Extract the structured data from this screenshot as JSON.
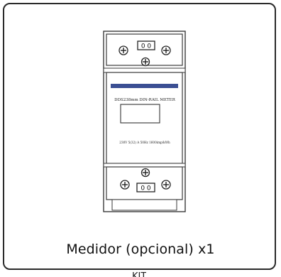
{
  "meter": {
    "brand_label": "DDS238mm DIN-RAIL METER",
    "rating_label": "230V 5(32) A 50Hz 1600imp/kWh",
    "top_terminal_label": "0 0",
    "bottom_terminal_label": "0 0"
  },
  "caption": {
    "text": "Medidor (opcional) x1",
    "partial_text": "KIT"
  }
}
